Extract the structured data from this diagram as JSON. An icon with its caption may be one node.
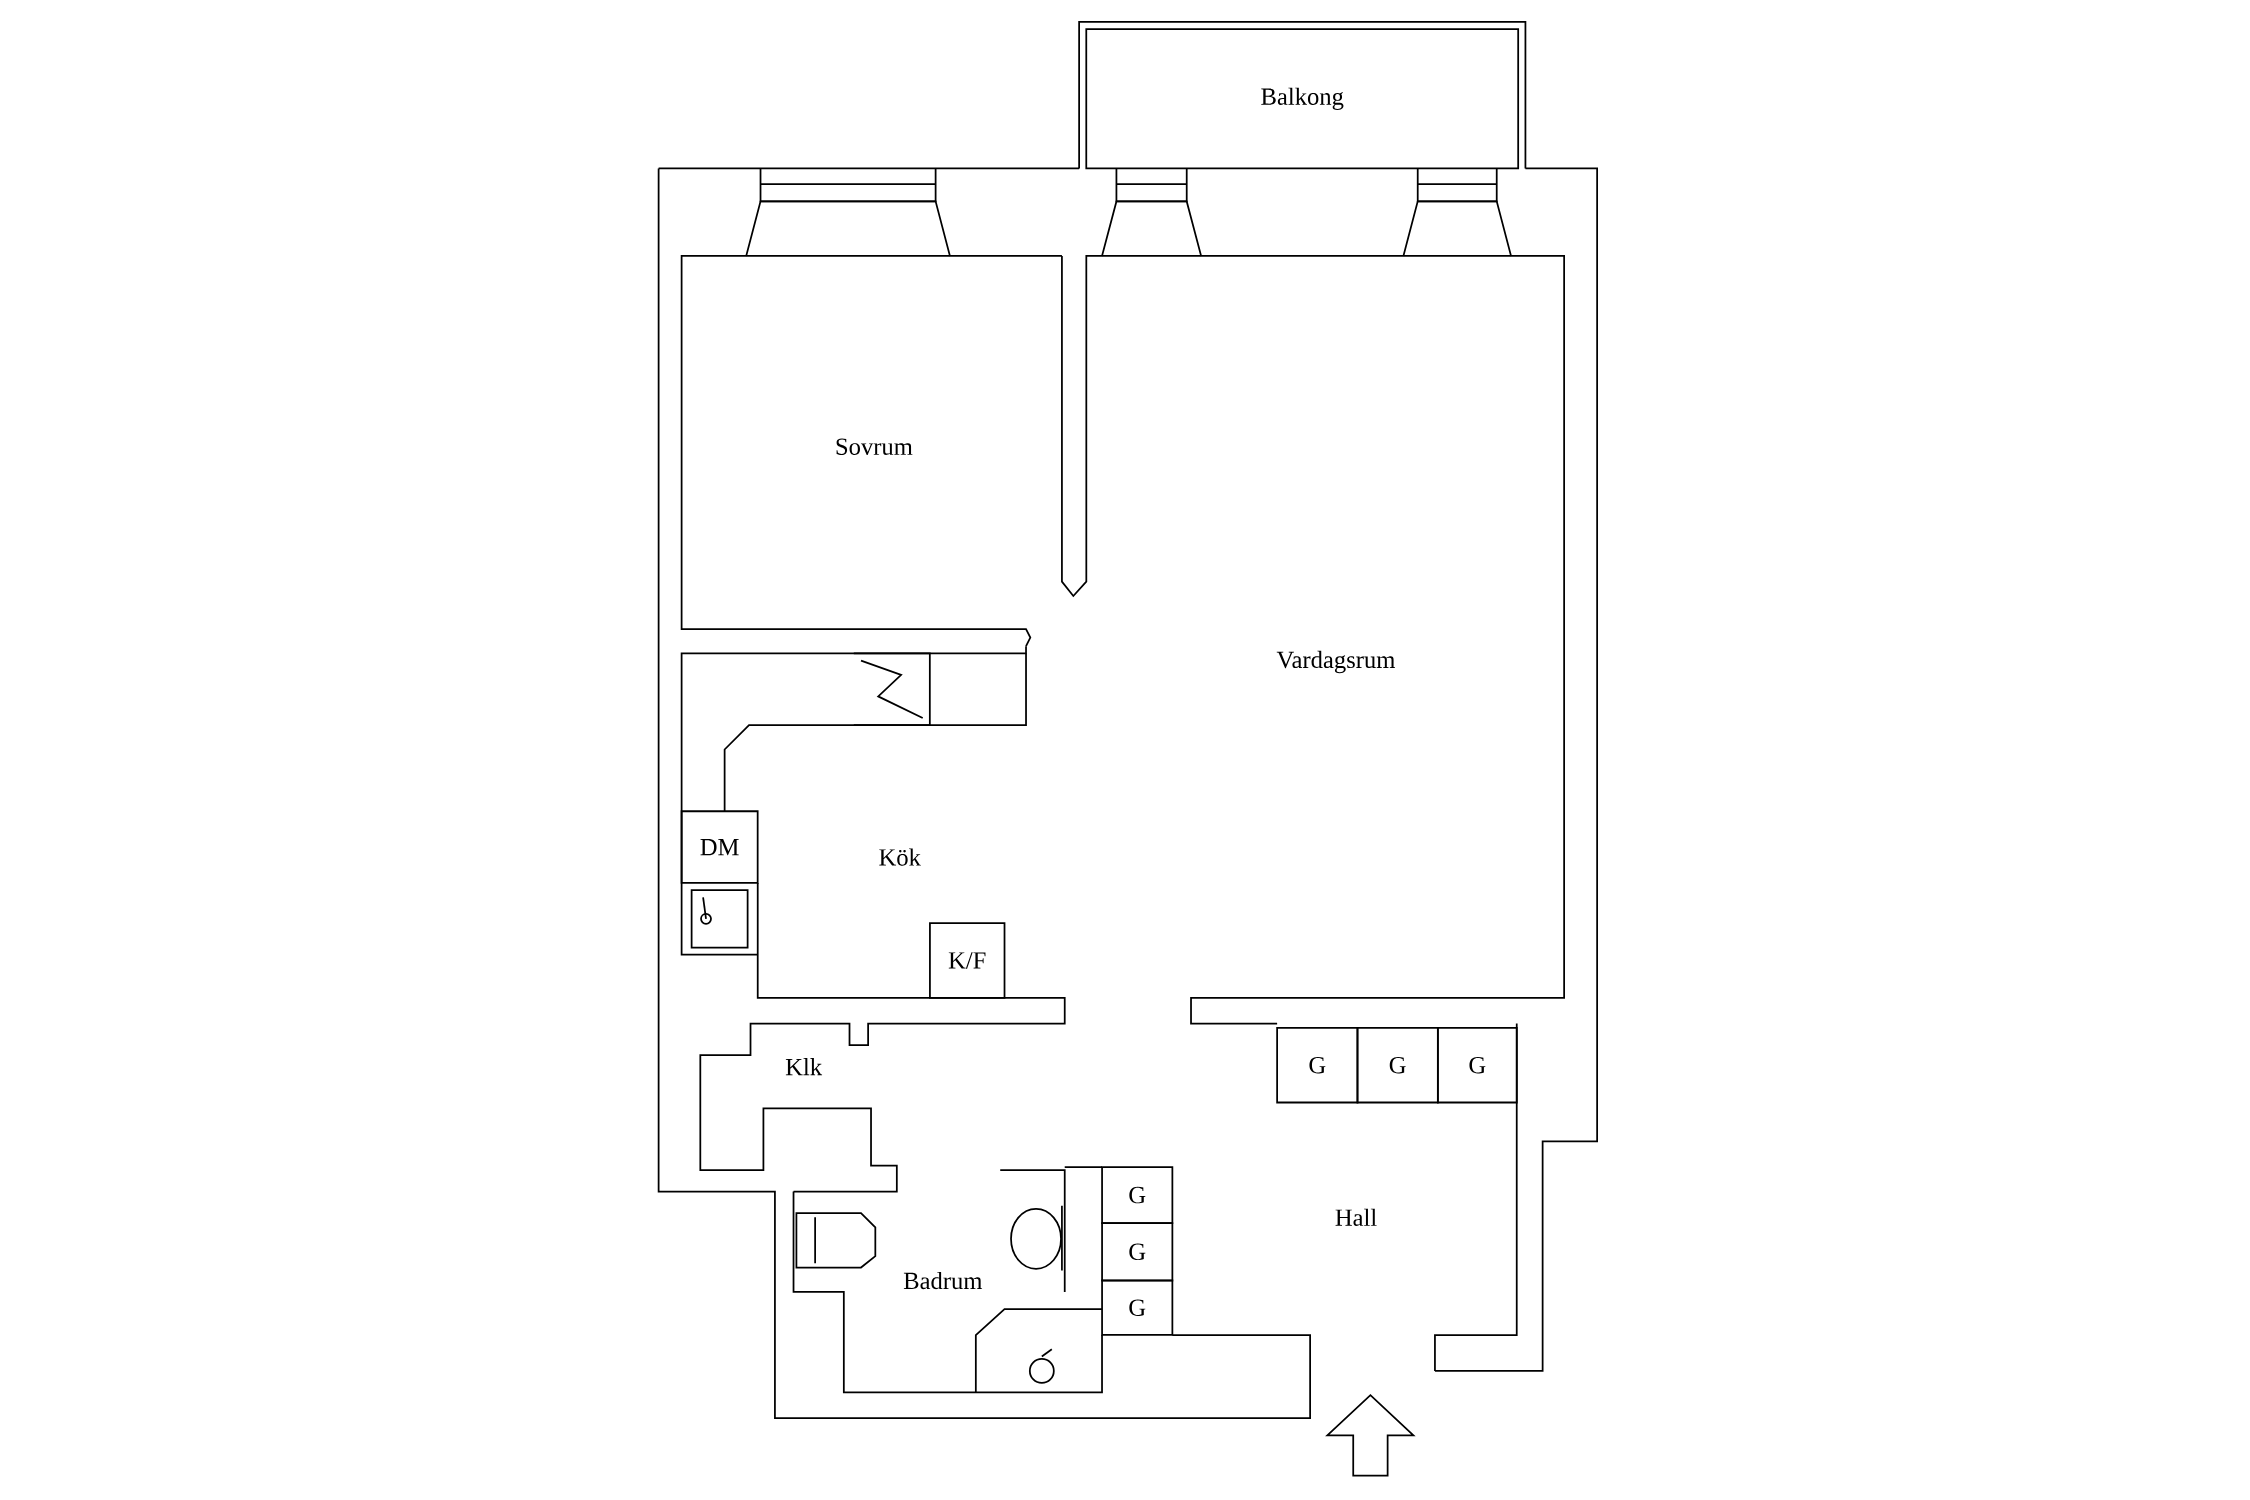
{
  "diagram": {
    "nodes": [
      {
        "text": [
          "Balkong"
        ]
      },
      {
        "text": [
          "DM"
        ]
      },
      {
        "text": [
          "K/F"
        ]
      },
      {
        "text": [
          "G"
        ]
      },
      {
        "text": [
          "G"
        ]
      },
      {
        "text": [
          "G"
        ]
      },
      {
        "text": [
          "G"
        ]
      },
      {
        "text": [
          "G"
        ]
      },
      {
        "text": [
          "G"
        ]
      }
    ],
    "labels": [
      "Sovrum",
      "Vardagsrum",
      "Kök",
      "Klk",
      "Hall",
      "Badrum"
    ]
  }
}
